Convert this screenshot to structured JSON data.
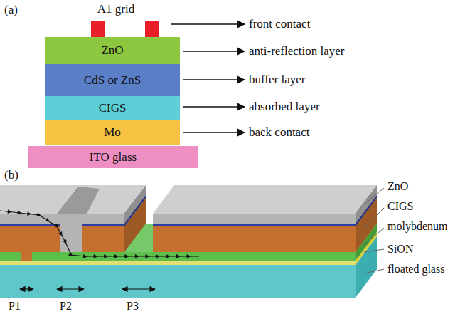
{
  "diagram": {
    "nodes": [
      {
        "text": [
          "ZnO"
        ]
      },
      {
        "text": [
          "CdS or ZnS"
        ]
      },
      {
        "text": [
          "CIGS"
        ]
      },
      {
        "text": [
          "Mo"
        ]
      },
      {
        "text": [
          "ITO glass"
        ]
      }
    ],
    "labels": [
      "(a)",
      "A1 grid",
      "front contact",
      "anti-reflection layer",
      "buffer layer",
      "absorbed layer",
      "back contact",
      "(b)",
      "ZnO",
      "CIGS",
      "molybdenum",
      "SiON",
      "floated glass",
      "P1",
      "P2",
      "P3"
    ]
  }
}
